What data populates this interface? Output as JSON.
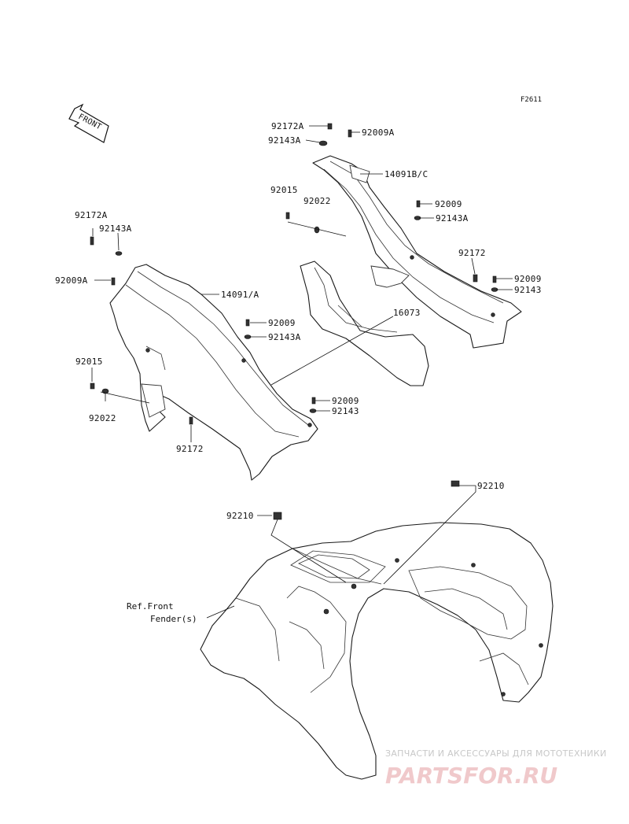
{
  "figure_code": "F2611",
  "front_arrow_label": "FRONT",
  "callouts": {
    "c92172A_top": "92172A",
    "c92143A_top": "92143A",
    "c92009A_top": "92009A",
    "c14091BC": "14091B/C",
    "c92015_right": "92015",
    "c92022_right": "92022",
    "c92009_r1": "92009",
    "c92143A_r1": "92143A",
    "c92172_right": "92172",
    "c92009_r2": "92009",
    "c92143_r2": "92143",
    "c92172A_left": "92172A",
    "c92143A_left": "92143A",
    "c92009A_left": "92009A",
    "c14091A": "14091/A",
    "c92009_mid": "92009",
    "c92143A_mid": "92143A",
    "c16073": "16073",
    "c92015_left": "92015",
    "c92022_left": "92022",
    "c92172_left": "92172",
    "c92009_low": "92009",
    "c92143_low": "92143",
    "c92210_right": "92210",
    "c92210_left": "92210"
  },
  "reference": {
    "line1": "Ref.Front",
    "line2": "Fender(s)"
  },
  "watermark": {
    "tagline": "ЗАПЧАСТИ И АКСЕССУАРЫ ДЛЯ МОТОТЕХНИКИ",
    "brand": "PARTSFOR.RU"
  }
}
